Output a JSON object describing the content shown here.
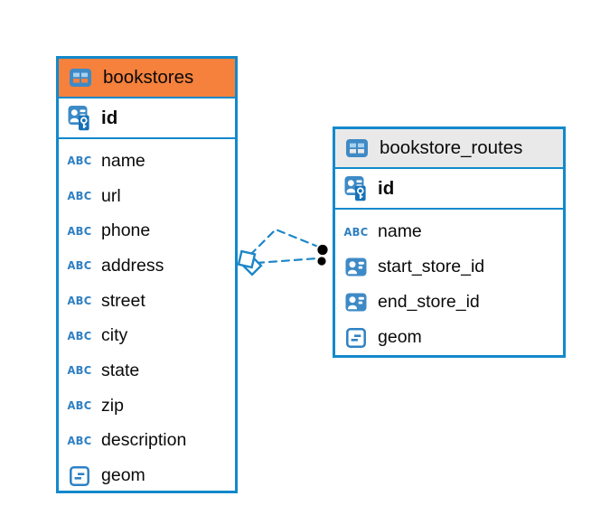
{
  "diagram": {
    "tables": [
      {
        "name": "bookstores",
        "header_color": "#f6813c",
        "header_icon": "table-icon",
        "primary_key": {
          "label": "id",
          "icon": "primary-key-icon"
        },
        "columns": [
          {
            "label": "name",
            "type": "text"
          },
          {
            "label": "url",
            "type": "text"
          },
          {
            "label": "phone",
            "type": "text"
          },
          {
            "label": "address",
            "type": "text"
          },
          {
            "label": "street",
            "type": "text"
          },
          {
            "label": "city",
            "type": "text"
          },
          {
            "label": "state",
            "type": "text"
          },
          {
            "label": "zip",
            "type": "text"
          },
          {
            "label": "description",
            "type": "text"
          },
          {
            "label": "geom",
            "type": "geometry"
          }
        ]
      },
      {
        "name": "bookstore_routes",
        "header_color": "#e9e9e9",
        "header_icon": "table-icon",
        "primary_key": {
          "label": "id",
          "icon": "primary-key-icon"
        },
        "columns": [
          {
            "label": "name",
            "type": "text"
          },
          {
            "label": "start_store_id",
            "type": "reference"
          },
          {
            "label": "end_store_id",
            "type": "reference"
          },
          {
            "label": "geom",
            "type": "geometry"
          }
        ]
      }
    ],
    "icons": {
      "text_type_label": "ABC"
    },
    "relationships": [
      {
        "from_table": "bookstores",
        "to_table": "bookstore_routes",
        "to_column": "start_store_id",
        "line_style": "dashed",
        "from_marker": "diamond",
        "to_marker": "dot"
      },
      {
        "from_table": "bookstores",
        "to_table": "bookstore_routes",
        "to_column": "end_store_id",
        "line_style": "dashed",
        "from_marker": "diamond",
        "to_marker": "dot"
      }
    ],
    "colors": {
      "table_border_blue": "#1389cb",
      "icon_blue": "#3e8ac6",
      "type_text_blue": "#2e7fc2",
      "bookstores_header_orange": "#f6813c",
      "routes_header_gray": "#e9e9e9",
      "connector_blue": "#1d86c8",
      "dot_marker_black": "#000000",
      "background": "#ffffff"
    }
  }
}
